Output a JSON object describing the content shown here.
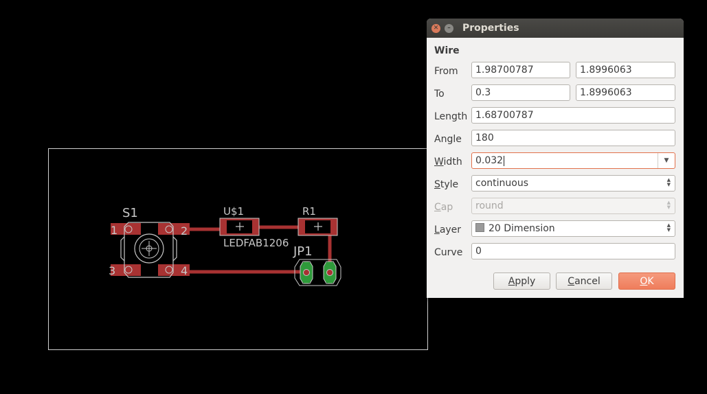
{
  "canvas": {
    "labels": {
      "s1": "S1",
      "u1": "U$1",
      "r1": "R1",
      "ledfab": "LEDFAB1206",
      "jp1": "JP1",
      "pin1": "1",
      "pin2": "2",
      "pin3": "3",
      "pin4": "4"
    },
    "colors": {
      "copper": "#a83232",
      "pad_green": "#2e9a3a",
      "outline": "#c8c8c8",
      "board_frame": "#d0d0d0"
    }
  },
  "dialog": {
    "title": "Properties",
    "section": "Wire",
    "labels": {
      "from": "From",
      "to": "To",
      "length": "Length",
      "angle": "Angle",
      "width_u": "W",
      "width_rest": "idth",
      "style_u": "S",
      "style_rest": "tyle",
      "cap_u": "C",
      "cap_rest": "ap",
      "layer_u": "L",
      "layer_rest": "ayer",
      "curve": "Curve"
    },
    "values": {
      "from_x": "1.98700787",
      "from_y": "1.8996063",
      "to_x": "0.3",
      "to_y": "1.8996063",
      "length": "1.68700787",
      "angle": "180",
      "width": "0.032",
      "style": "continuous",
      "cap": "round",
      "layer": "20 Dimension",
      "curve": "0"
    },
    "buttons": {
      "apply_u": "A",
      "apply_rest": "pply",
      "cancel_u": "C",
      "cancel_rest": "ancel",
      "ok_u": "O",
      "ok_rest": "K"
    },
    "colors": {
      "titlebar": "#3c3b37",
      "ok_accent": "#ef7d5c",
      "focus_border": "#e1704a"
    }
  }
}
